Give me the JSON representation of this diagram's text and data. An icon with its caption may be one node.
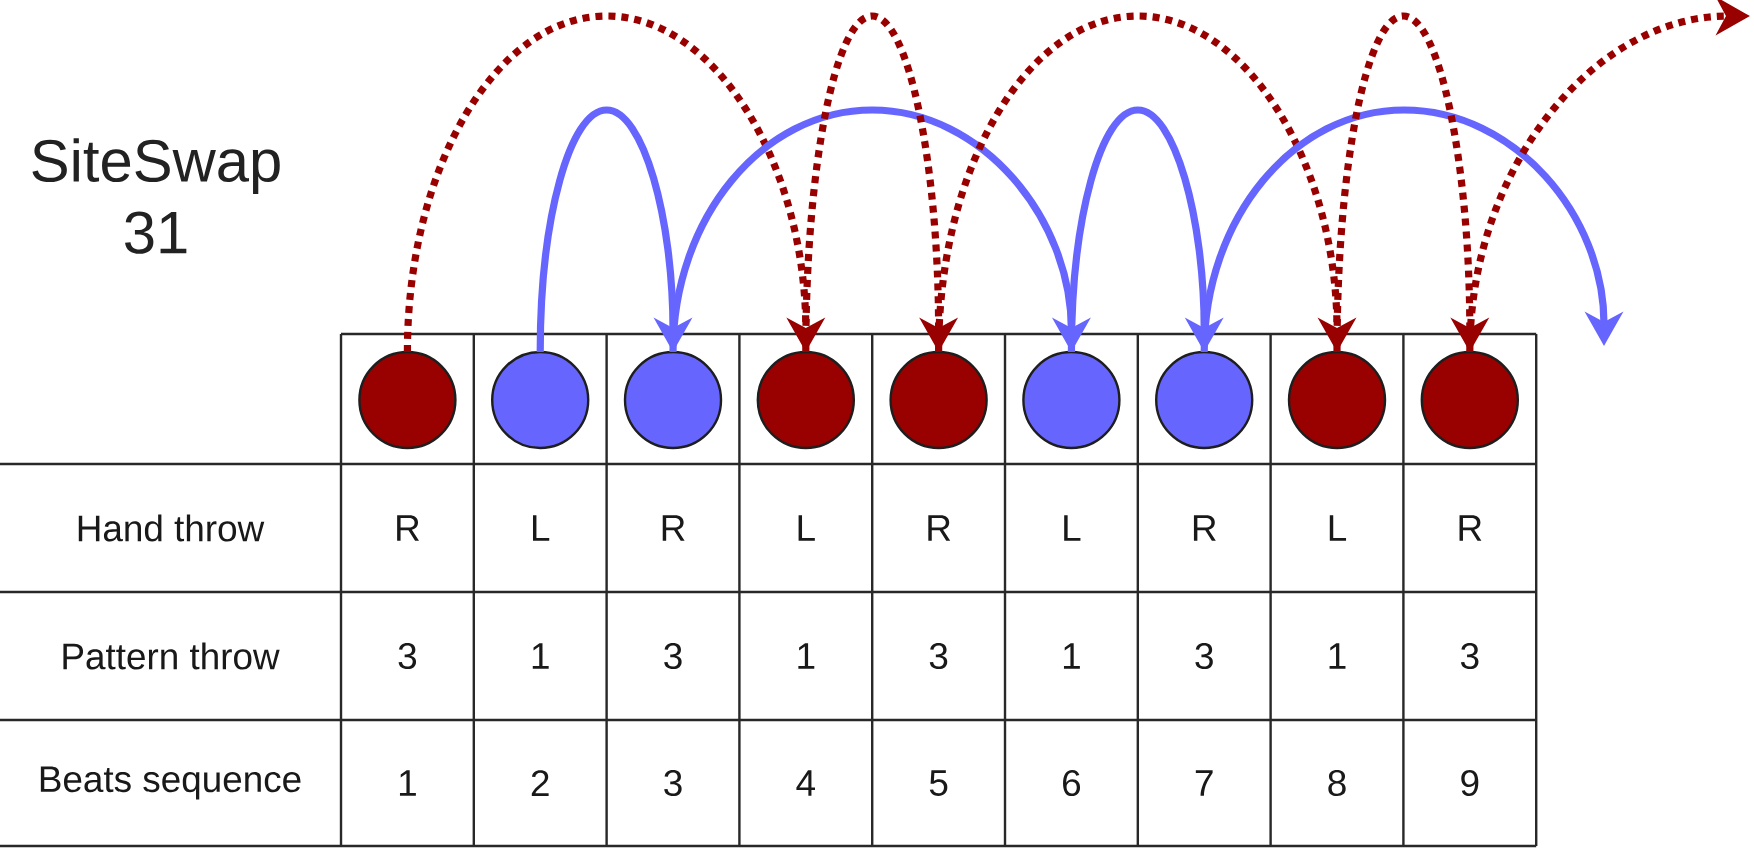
{
  "diagram": {
    "title": "SiteSwap 31",
    "nodes": [
      {
        "text": [],
        "shape": "circle"
      },
      {
        "text": [],
        "shape": "circle"
      },
      {
        "text": [],
        "shape": "circle"
      },
      {
        "text": [],
        "shape": "circle"
      },
      {
        "text": [],
        "shape": "circle"
      },
      {
        "text": [],
        "shape": "circle"
      },
      {
        "text": [],
        "shape": "circle"
      },
      {
        "text": [],
        "shape": "circle"
      },
      {
        "text": [],
        "shape": "circle"
      }
    ],
    "edges": [
      {
        "from": 0,
        "to": 3,
        "arrow": "to",
        "style": "dashed",
        "color": "#990000"
      },
      {
        "from": 1,
        "to": 2,
        "arrow": "to",
        "color": "#6666ff"
      },
      {
        "from": 2,
        "to": 5,
        "arrow": "to",
        "color": "#6666ff"
      },
      {
        "from": 3,
        "to": 4,
        "arrow": "to",
        "style": "dashed",
        "color": "#990000"
      },
      {
        "from": 4,
        "to": 7,
        "arrow": "to",
        "style": "dashed",
        "color": "#990000"
      },
      {
        "from": 5,
        "to": 6,
        "arrow": "to",
        "color": "#6666ff"
      },
      {
        "from": 6,
        "to": null,
        "arrow": "to",
        "color": "#6666ff"
      },
      {
        "from": 7,
        "to": 8,
        "arrow": "to",
        "style": "dashed",
        "color": "#990000"
      },
      {
        "from": 8,
        "to": null,
        "arrow": "to",
        "style": "dashed",
        "color": "#990000"
      }
    ],
    "labels": [
      "Hand throw",
      "R",
      "L",
      "R",
      "L",
      "R",
      "L",
      "R",
      "L",
      "R",
      "Pattern throw",
      "3",
      "1",
      "3",
      "1",
      "3",
      "1",
      "3",
      "1",
      "3",
      "Beats sequence",
      "1",
      "2",
      "3",
      "4",
      "5",
      "6",
      "7",
      "8",
      "9"
    ]
  }
}
